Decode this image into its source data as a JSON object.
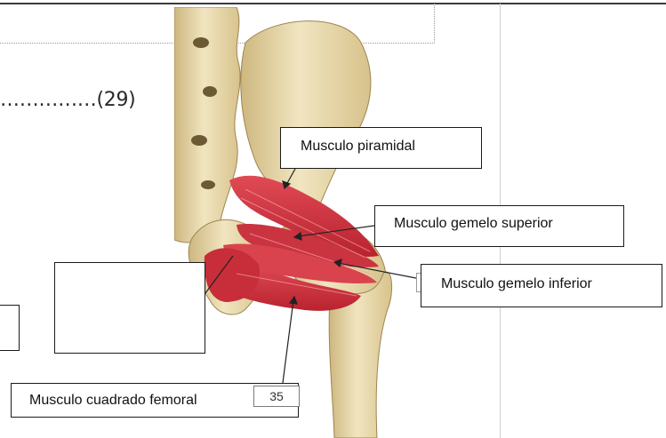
{
  "fill_in_text": "……………(29)",
  "labels": {
    "piramidal": "Musculo piramidal",
    "gemelo_superior": "Musculo gemelo superior",
    "gemelo_inferior": "Musculo gemelo inferior",
    "cuadrado_femoral": "Musculo cuadrado femoral"
  },
  "number_field": "35",
  "colors": {
    "bone": "#e9d9ab",
    "muscle": "#d63a45",
    "line": "#222222"
  }
}
